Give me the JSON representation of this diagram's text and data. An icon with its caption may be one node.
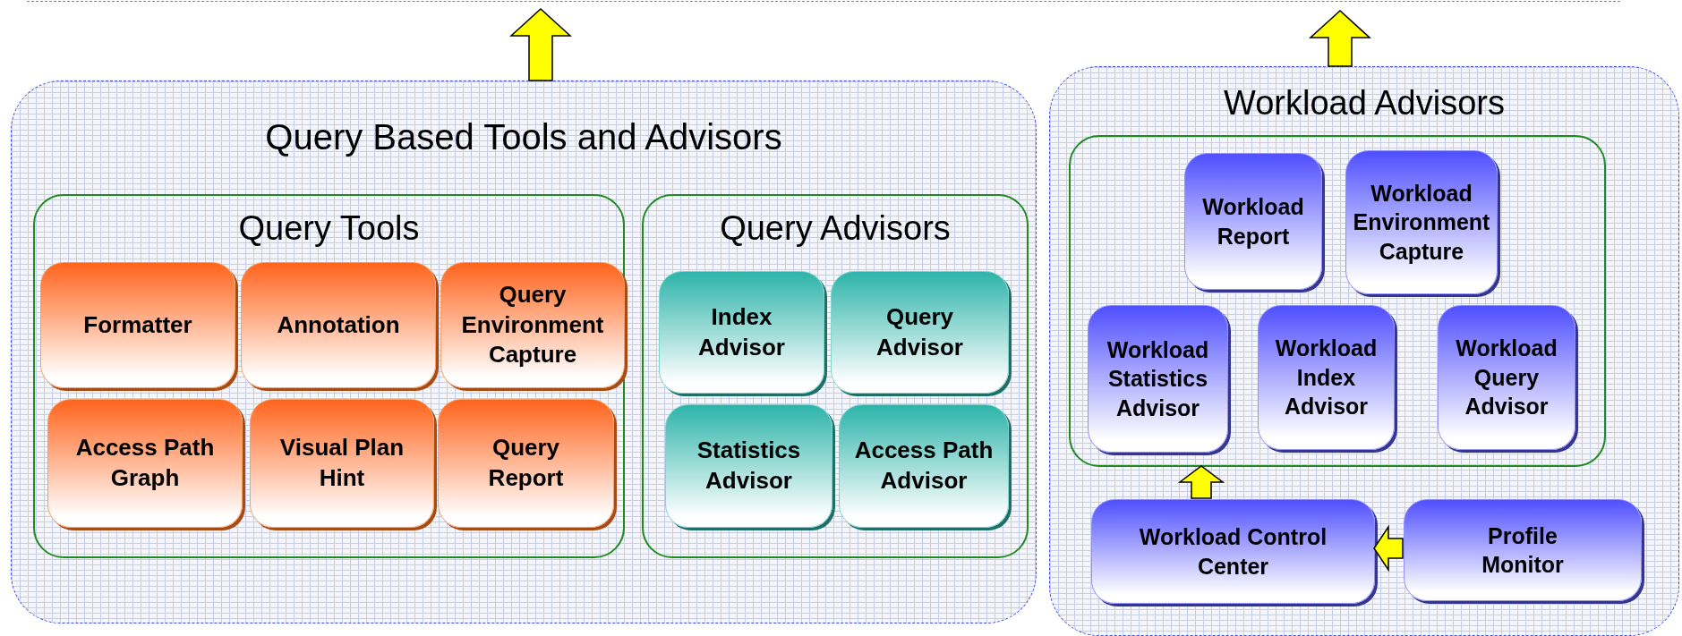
{
  "diagram": {
    "nodes": [
      {
        "text": [
          "Query Based Tools and Advisors"
        ]
      },
      {
        "text": [
          "Query Tools"
        ],
        "in": 0
      },
      {
        "text": [
          "Formatter"
        ],
        "in": 1
      },
      {
        "text": [
          "Annotation"
        ],
        "in": 1
      },
      {
        "text": [
          "Query Environment Capture"
        ],
        "in": 1
      },
      {
        "text": [
          "Access Path Graph"
        ],
        "in": 1
      },
      {
        "text": [
          "Visual Plan Hint"
        ],
        "in": 1
      },
      {
        "text": [
          "Query Report"
        ],
        "in": 1
      },
      {
        "text": [
          "Query Advisors"
        ],
        "in": 0
      },
      {
        "text": [
          "Index Advisor"
        ],
        "in": 8
      },
      {
        "text": [
          "Query Advisor"
        ],
        "in": 8
      },
      {
        "text": [
          "Statistics Advisor"
        ],
        "in": 8
      },
      {
        "text": [
          "Access Path Advisor"
        ],
        "in": 8
      },
      {
        "text": [
          "Workload Advisors"
        ]
      },
      {
        "text": [],
        "shape": "box",
        "in": 13
      },
      {
        "text": [
          "Workload Report"
        ],
        "in": 14
      },
      {
        "text": [
          "Workload Environment Capture"
        ],
        "in": 14
      },
      {
        "text": [
          "Workload Statistics Advisor"
        ],
        "in": 14
      },
      {
        "text": [
          "Workload Index Advisor"
        ],
        "in": 14
      },
      {
        "text": [
          "Workload Query Advisor"
        ],
        "in": 14
      },
      {
        "text": [
          "Workload Control Center"
        ],
        "in": 13
      },
      {
        "text": [
          "Profile Monitor"
        ],
        "in": 13
      }
    ],
    "edges": [
      {
        "from": 0,
        "to": null,
        "arrow": "to"
      },
      {
        "from": 13,
        "to": null,
        "arrow": "to"
      },
      {
        "from": 20,
        "to": 14,
        "arrow": "to"
      },
      {
        "from": 21,
        "to": 20,
        "arrow": "to"
      }
    ]
  }
}
